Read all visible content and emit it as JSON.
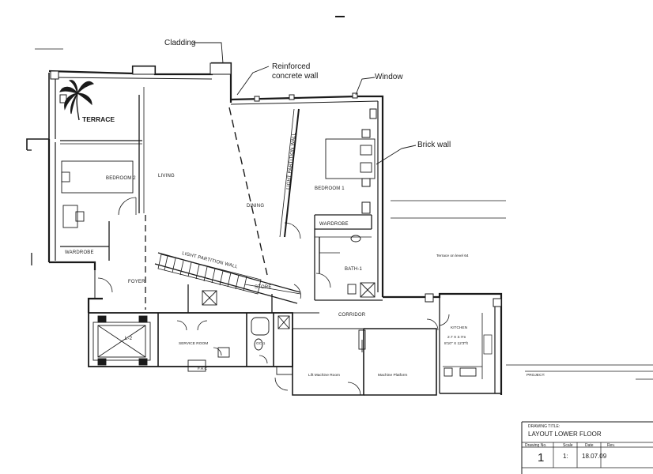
{
  "callouts": {
    "cladding": "Cladding",
    "reinforced_1": "Reinforced",
    "reinforced_2": "concrete wall",
    "window": "Window",
    "brick_wall": "Brick wall"
  },
  "rooms": {
    "terrace": "TERRACE",
    "bedroom2": "BEDROOM 2",
    "living": "LIVING",
    "dining": "DINING",
    "bedroom1": "BEDROOM 1",
    "wardrobe_left": "WARDROBE",
    "wardrobe_right": "WARDROBE",
    "light_partition_vertical": "LIGHT PARTITION WALL",
    "light_partition_diag": "LIGHT PARTITION WALL",
    "bath": "BATH-1",
    "foyer": "FOYER",
    "store": "STORE",
    "corridor": "CORRIDOR",
    "terrace_level": "Terrace on level 64",
    "lift": "L-2",
    "service_room": "SERVICE ROOM",
    "fhc": "F.H.C",
    "gc": "GC-1",
    "lift_machine_room": "Lift Machine Room",
    "machine_platform": "Machine Platform",
    "kitchen": "KITCHEN",
    "kitchen_dim_1": "2.7 X 3.7m",
    "kitchen_dim_2": "8'10\" X 12'3\"ft",
    "project": "PROJECT:"
  },
  "title_block": {
    "drawing_title_label": "DRAWING TITLE:",
    "drawing_title": "LAYOUT LOWER FLOOR",
    "drawing_no_label": "Drawing No.",
    "scale_label": "Scale",
    "date_label": "Date",
    "rev_label": "Rev.",
    "drawing_no": "1",
    "scale": "1:",
    "date": "18.07.09"
  },
  "icons": [
    "palm-tree-icon",
    "door-swing-icon",
    "stair-icon",
    "washbasin-icon",
    "toilet-icon",
    "lift-cross-icon"
  ]
}
